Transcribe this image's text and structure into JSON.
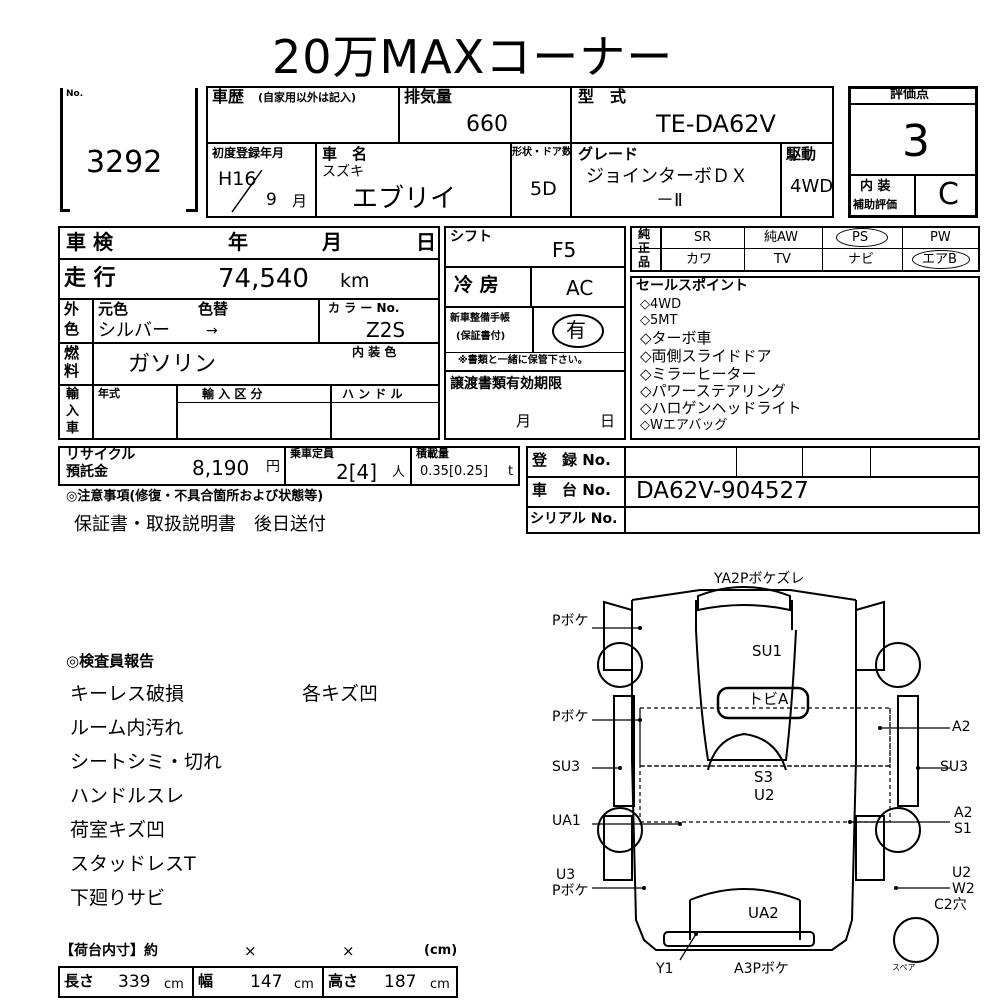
{
  "title": "20万MAXコーナー",
  "lot": {
    "label": "No.",
    "number": "3292"
  },
  "history": {
    "label": "車歴",
    "sub": "(自家用以外は記入)"
  },
  "displacement": {
    "label": "排気量",
    "value": "660"
  },
  "model": {
    "label": "型　式",
    "value": "TE-DA62V"
  },
  "score": {
    "label": "評価点",
    "value": "3",
    "interior_label": "内 装",
    "interior_sub": "補助評価",
    "interior_value": "C"
  },
  "first_reg": {
    "label": "初度登録年月",
    "year": "H16",
    "month": "9",
    "month_unit": "月"
  },
  "car_name": {
    "label": "車　名",
    "maker": "スズキ",
    "value": "エブリイ"
  },
  "doors": {
    "label": "形状・ドア数",
    "value": "5D"
  },
  "grade": {
    "label": "グレード",
    "line1": "ジョインターボＤＸ",
    "line2": "－Ⅱ"
  },
  "drive": {
    "label": "駆動",
    "value": "4WD"
  },
  "inspection": {
    "label": "車 検",
    "year": "年",
    "month": "月",
    "day": "日"
  },
  "shift": {
    "label": "シフト",
    "value": "F5"
  },
  "mileage": {
    "label": "走 行",
    "value": "74,540",
    "unit": "km"
  },
  "aircon": {
    "label": "冷 房",
    "value": "AC"
  },
  "color": {
    "label1": "外",
    "label2": "色",
    "orig_label": "元色",
    "change_label": "色替",
    "orig": "シルバー",
    "arrow": "→",
    "code_label": "カ ラ ー No.",
    "code": "Z2S"
  },
  "fuel": {
    "label1": "燃",
    "label2": "料",
    "value": "ガソリン",
    "interior_color_label": "内 装 色"
  },
  "manual": {
    "label1": "新車整備手帳",
    "label2": "(保証書付)",
    "value": "有",
    "note": "※書類と一緒に保管下さい。"
  },
  "import": {
    "label_chars": [
      "輸",
      "入",
      "車"
    ],
    "year_label": "年式",
    "class_label": "輸 入 区 分",
    "handle_label": "ハ ン ド ル"
  },
  "transfer": {
    "label": "譲渡書類有効期限",
    "month": "月",
    "day": "日"
  },
  "equipment": {
    "label_chars": [
      "純",
      "正",
      "品"
    ],
    "row1": [
      "SR",
      "純AW",
      "PS",
      "PW"
    ],
    "row2": [
      "カワ",
      "TV",
      "ナビ",
      "エアB"
    ],
    "circled": [
      "PS",
      "エアB"
    ]
  },
  "sales_points": {
    "label": "セールスポイント",
    "items": [
      "◇4WD",
      "◇5MT",
      "◇ターボ車",
      "◇両側スライドドア",
      "◇ミラーヒーター",
      "◇パワーステアリング",
      "◇ハロゲンヘッドライト",
      "◇Wエアバッグ"
    ]
  },
  "recycle": {
    "label1": "リサイクル",
    "label2": "預託金",
    "value": "8,190",
    "unit": "円"
  },
  "capacity": {
    "label": "乗車定員",
    "value": "2[4]",
    "unit": "人"
  },
  "load": {
    "label": "積載量",
    "value": "0.35[0.25]",
    "unit": "t"
  },
  "registration": {
    "reg_label": "登　録 No.",
    "chassis_label": "車　台 No.",
    "chassis_value": "DA62V-904527",
    "serial_label": "シリアル No."
  },
  "notes": {
    "label": "◎注意事項(修復・不具合箇所および状態等)",
    "value": "保証書・取扱説明書　後日送付"
  },
  "inspector": {
    "label": "◎検査員報告",
    "items": [
      "キーレス破損",
      "ルーム内汚れ",
      "シートシミ・切れ",
      "ハンドルスレ",
      "荷室キズ凹",
      "スタッドレスT",
      "下廻りサビ"
    ],
    "side_note": "各キズ凹"
  },
  "cargo": {
    "header": "【荷台内寸】約",
    "x1": "×",
    "x2": "×",
    "unit_label": "(cm)",
    "length_label": "長さ",
    "length": "339",
    "width_label": "幅",
    "width": "147",
    "height_label": "高さ",
    "height": "187",
    "cm": "cm"
  },
  "diagram": {
    "labels": {
      "top": "YA2Pボケズレ",
      "fl_pboke": "Pボケ",
      "l_pboke": "Pボケ",
      "l_su3": "SU3",
      "l_ua1": "UA1",
      "l_u3": "U3",
      "l_pboke2": "Pボケ",
      "r_a2": "A2",
      "r_su3": "SU3",
      "r_a2b": "A2",
      "r_s1": "S1",
      "r_u2": "U2",
      "r_w2": "W2",
      "r_c2": "C2穴",
      "su1": "SU1",
      "tobi": "トビA",
      "s3": "S3",
      "u2": "U2",
      "ua2": "UA2",
      "y1": "Y1",
      "a3": "A3Pボケ",
      "spare": "スペア"
    }
  }
}
